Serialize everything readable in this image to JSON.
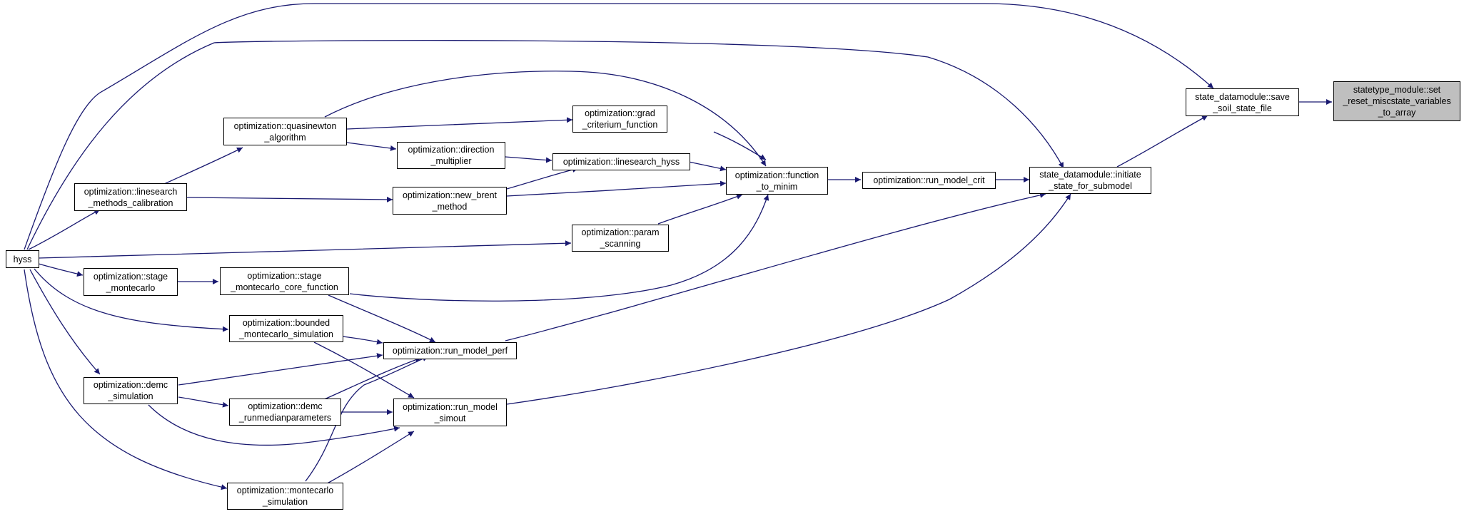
{
  "nodes": {
    "n_target": "statetype_module::set\n_reset_miscstate_variables\n_to_array",
    "n_save": "state_datamodule::save\n_soil_state_file",
    "n_initiate": "state_datamodule::initiate\n_state_for_submodel",
    "n_crit": "optimization::run_model_crit",
    "n_function": "optimization::function\n_to_minim",
    "n_grad": "optimization::grad\n_criterium_function",
    "n_quasinewton": "optimization::quasinewton\n_algorithm",
    "n_direction": "optimization::direction\n_multiplier",
    "n_linesearch_hyss": "optimization::linesearch_hyss",
    "n_brent": "optimization::new_brent\n_method",
    "n_lscal": "optimization::linesearch\n_methods_calibration",
    "n_param": "optimization::param\n_scanning",
    "n_hyss": "hyss",
    "n_stage": "optimization::stage\n_montecarlo",
    "n_stage_core": "optimization::stage\n_montecarlo_core_function",
    "n_bounded": "optimization::bounded\n_montecarlo_simulation",
    "n_perf": "optimization::run_model_perf",
    "n_demc": "optimization::demc\n_simulation",
    "n_demc_run": "optimization::demc\n_runmedianparameters",
    "n_simout": "optimization::run_model\n_simout",
    "n_montecarlo": "optimization::montecarlo\n_simulation"
  },
  "colors": {
    "edge": "#191970",
    "node_border": "#000000",
    "node_fill": "#ffffff",
    "highlight_fill": "#bfbfbf"
  }
}
